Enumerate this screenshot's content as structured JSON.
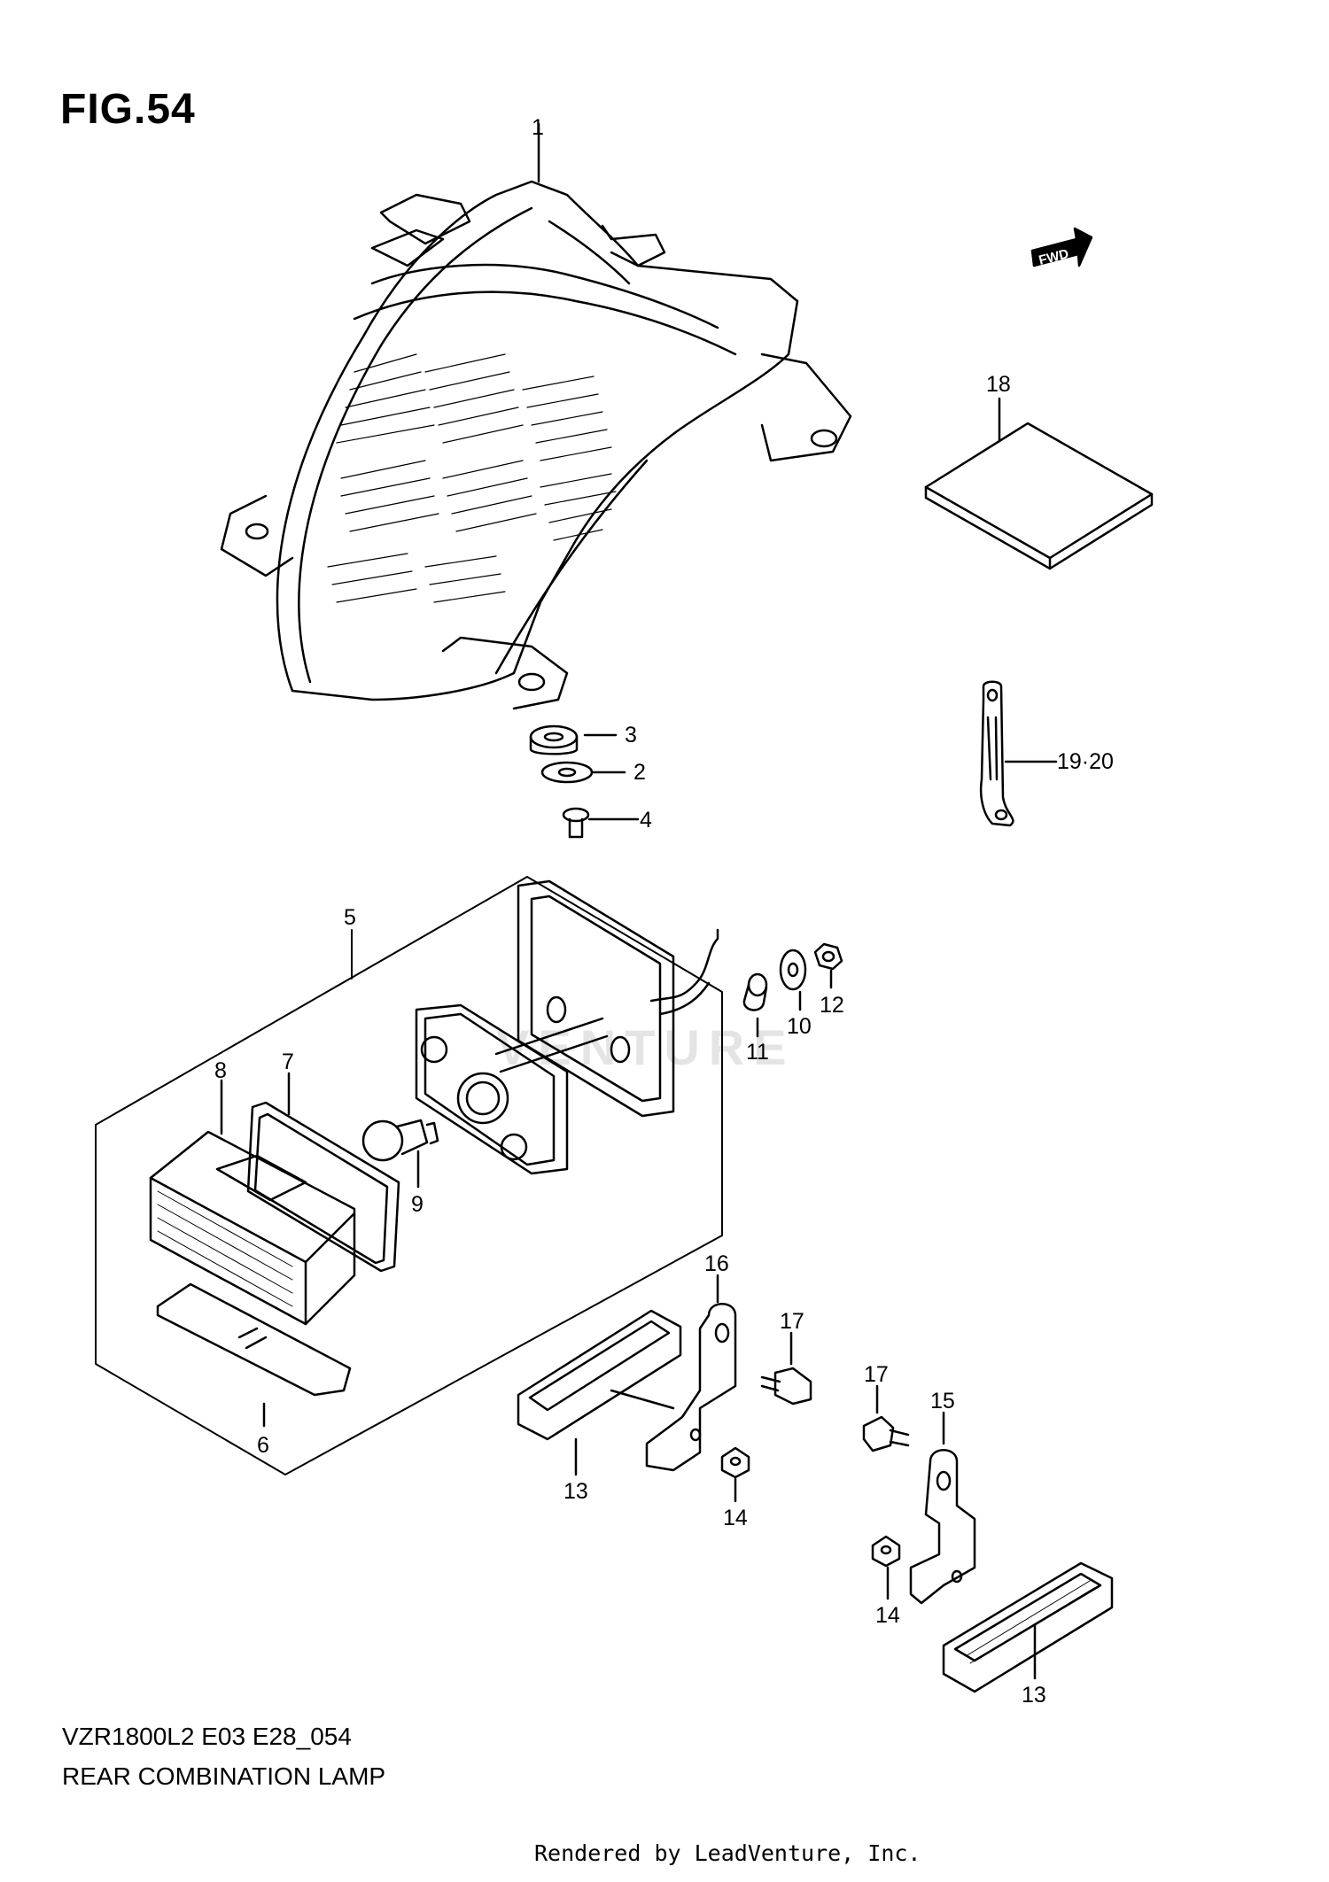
{
  "figure": {
    "label": "FIG.54"
  },
  "model_code": "VZR1800L2 E03 E28_054",
  "assembly_name": "REAR COMBINATION LAMP",
  "footer": "Rendered by LeadVenture, Inc.",
  "watermark": "VENTURE",
  "direction_marker": "FWD",
  "callouts": {
    "c1": "1",
    "c2": "2",
    "c3": "3",
    "c4": "4",
    "c5": "5",
    "c6": "6",
    "c7": "7",
    "c8": "8",
    "c9": "9",
    "c10": "10",
    "c11": "11",
    "c12": "12",
    "c13a": "13",
    "c13b": "13",
    "c14a": "14",
    "c14b": "14",
    "c15": "15",
    "c16": "16",
    "c17a": "17",
    "c17b": "17",
    "c18": "18",
    "c19": "19·20"
  }
}
